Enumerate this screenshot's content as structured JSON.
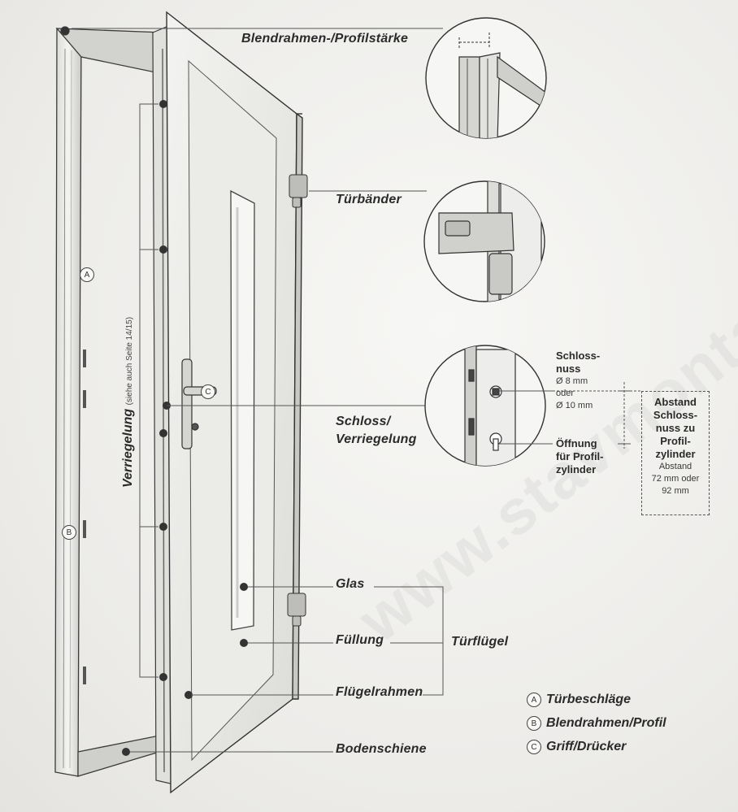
{
  "watermark": "www.stavmontayne.cz",
  "labels": {
    "blendrahmen": "Blendrahmen-/Profilstärke",
    "tuerbaender": "Türbänder",
    "schloss_line1": "Schloss/",
    "schloss_line2": "Verriegelung",
    "glas": "Glas",
    "fuellung": "Füllung",
    "tuerfluegel": "Türflügel",
    "fluegelrahmen": "Flügelrahmen",
    "bodenschiene": "Bodenschiene"
  },
  "verriegelung": {
    "main": "Verriegelung",
    "sub": "(siehe auch Seite 14/15)"
  },
  "markers": {
    "a": "A",
    "b": "B",
    "c": "C"
  },
  "lock_detail": {
    "schlossnuss_title_1": "Schloss-",
    "schlossnuss_title_2": "nuss",
    "sizes_1": "Ø 8 mm",
    "sizes_2": "oder",
    "sizes_3": "Ø 10 mm",
    "oeffnung_1": "Öffnung",
    "oeffnung_2": "für Profil-",
    "oeffnung_3": "zylinder"
  },
  "abstand_box": {
    "line1": "Abstand",
    "line2": "Schloss-",
    "line3": "nuss zu",
    "line4": "Profil-",
    "line5": "zylinder",
    "detail1": "Abstand",
    "detail2": "72 mm oder",
    "detail3": "92 mm"
  },
  "legend": [
    {
      "badge": "A",
      "text": "Türbeschläge"
    },
    {
      "badge": "B",
      "text": "Blendrahmen/Profil"
    },
    {
      "badge": "C",
      "text": "Griff/Drücker"
    }
  ]
}
